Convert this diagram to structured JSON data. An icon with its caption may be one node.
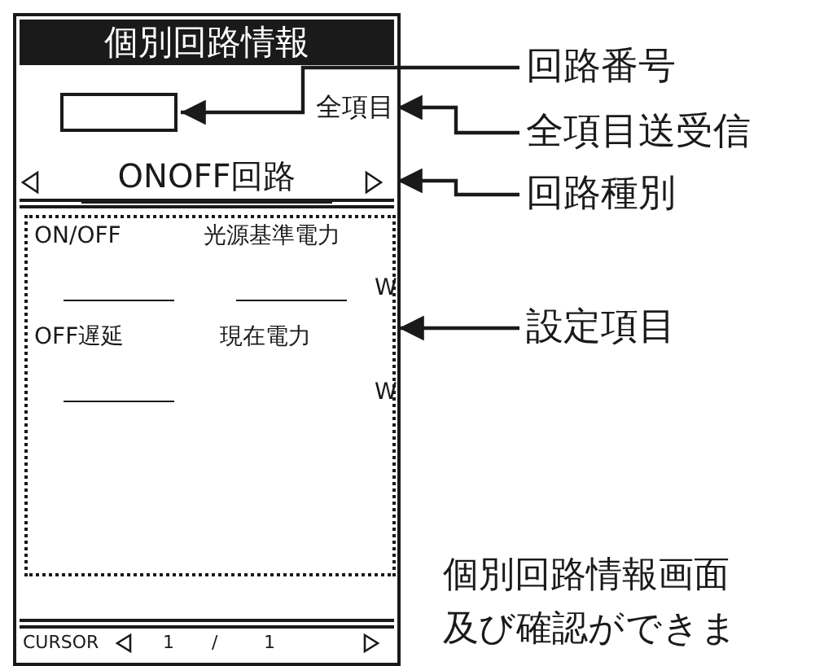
{
  "diagram": {
    "nodes": [
      {
        "text": [
          "個別回路情報"
        ]
      },
      {
        "text": [],
        "shape": "box",
        "in": 0
      },
      {
        "text": [
          "全項目"
        ],
        "in": 0
      },
      {
        "text": [
          "ONOFF回路"
        ],
        "in": 0
      },
      {
        "text": [
          "ON/OFF",
          "光源基準電力",
          "W",
          "OFF遅延",
          "現在電力",
          "W"
        ],
        "in": 0
      },
      {
        "text": [
          "回路番号"
        ]
      },
      {
        "text": [
          "全項目送受信"
        ]
      },
      {
        "text": [
          "回路種別"
        ]
      },
      {
        "text": [
          "設定項目"
        ]
      }
    ],
    "edges": [
      {
        "from": 5,
        "to": 1,
        "arrow": "to"
      },
      {
        "from": 6,
        "to": 2,
        "arrow": "to"
      },
      {
        "from": 7,
        "to": 3,
        "arrow": "to"
      },
      {
        "from": 8,
        "to": 4,
        "arrow": "to"
      }
    ],
    "labels": [
      "CURSOR",
      "1",
      "/",
      "1",
      "個別回路情報画面",
      "及び確認ができま"
    ]
  }
}
